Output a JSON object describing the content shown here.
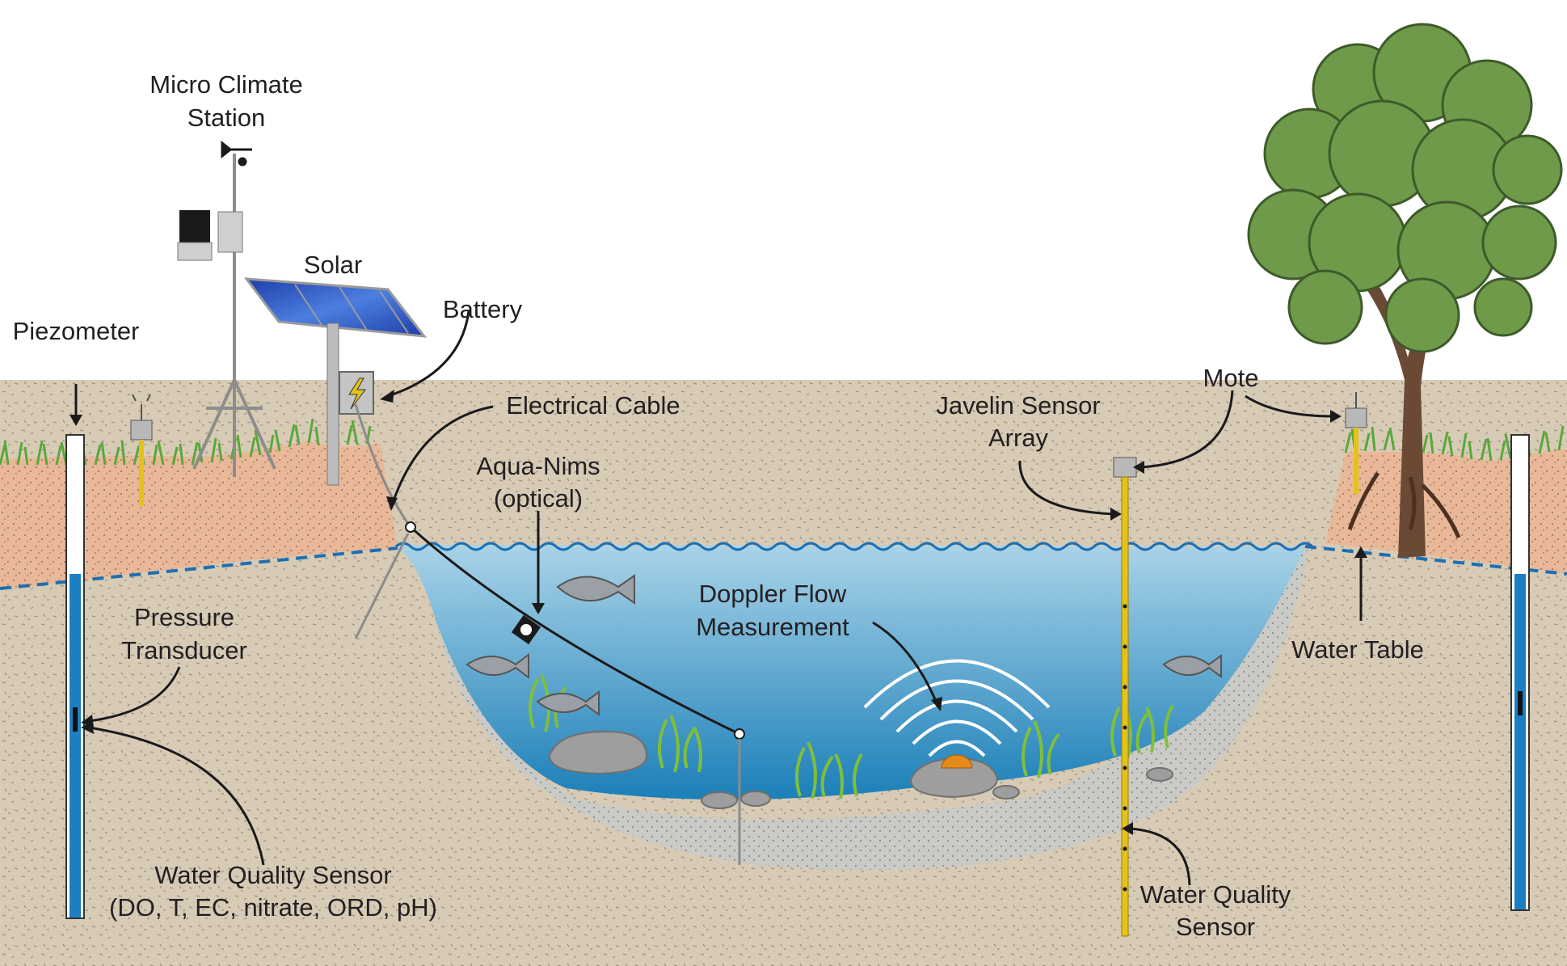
{
  "labels": {
    "micro_climate_line1": "Micro Climate",
    "micro_climate_line2": "Station",
    "solar": "Solar",
    "battery": "Battery",
    "piezometer": "Piezometer",
    "electrical_cable": "Electrical Cable",
    "aqua_nims_line1": "Aqua-Nims",
    "aqua_nims_line2": "(optical)",
    "pressure_line1": "Pressure",
    "pressure_line2": "Transducer",
    "doppler_line1": "Doppler Flow",
    "doppler_line2": "Measurement",
    "javelin_line1": "Javelin Sensor",
    "javelin_line2": "Array",
    "mote": "Mote",
    "water_table": "Water Table",
    "wq_left_line1": "Water Quality Sensor",
    "wq_left_line2": "(DO, T, EC, nitrate, ORD, pH)",
    "wq_right_line1": "Water Quality",
    "wq_right_line2": "Sensor"
  },
  "colors": {
    "sky": "#ffffff",
    "topsoil": "#e8b898",
    "subsoil": "#d7cbb6",
    "sediment": "#c9c9c6",
    "water_top": "#a9d3e8",
    "water_bottom": "#1b7fb8",
    "water_table_dash": "#1f6fb0",
    "grass": "#5aa83a",
    "tree_leaf": "#6e9a4a",
    "trunk": "#6b4a35",
    "pole": "#9a9a9a",
    "javelin": "#e5c21a",
    "piezo_water": "#1d7fc2",
    "doppler_dome": "#e58a1a",
    "solar_panel": "#2c57c7"
  },
  "icons": [
    "weather-vane-icon",
    "rain-gauge-icon",
    "battery-bolt-icon",
    "antenna-icon",
    "fish-icon",
    "aqua-nims-sensor-icon",
    "doppler-dome-icon",
    "tree-icon",
    "solar-panel-icon"
  ]
}
